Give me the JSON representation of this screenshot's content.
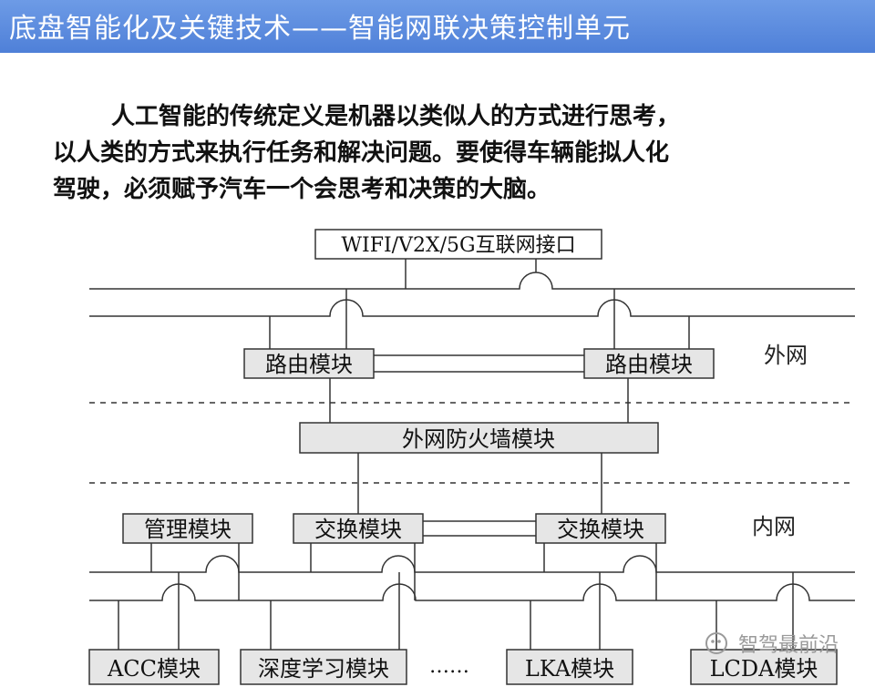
{
  "header": {
    "title": "底盘智能化及关键技术——智能网联决策控制单元"
  },
  "intro": {
    "lines": [
      "人工智能的传统定义是机器以类似人的方式进行思考，",
      "以人类的方式来执行任务和解决问题。要使得车辆能拟人化",
      "驾驶，必须赋予汽车一个会思考和决策的大脑。"
    ]
  },
  "diagram": {
    "interface_box": "WIFI/V2X/5G互联网接口",
    "router_left": "路由模块",
    "router_right": "路由模块",
    "outer_net_label": "外网",
    "firewall": "外网防火墙模块",
    "mgmt": "管理模块",
    "switch_left": "交换模块",
    "switch_right": "交换模块",
    "inner_net_label": "内网",
    "modules": {
      "acc": "ACC模块",
      "deep": "深度学习模块",
      "dots": "……",
      "lka": "LKA模块",
      "lcda": "LCDA模块"
    }
  },
  "watermark": {
    "text": "智驾最前沿"
  }
}
